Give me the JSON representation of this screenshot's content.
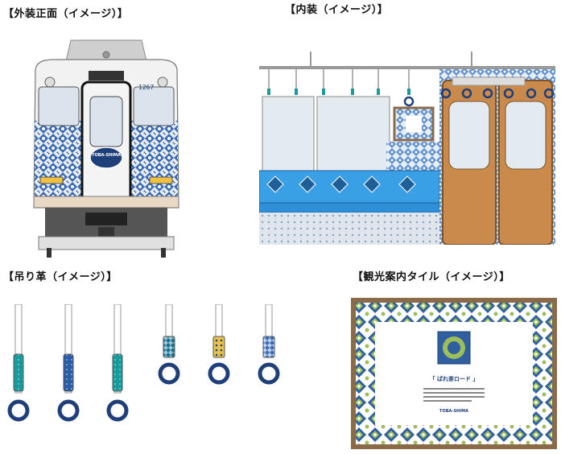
{
  "labels": {
    "exterior": "【外装正面（イメージ）】",
    "interior": "【内装（イメージ）】",
    "straps": "【吊り革（イメージ）】",
    "tile": "【観光案内タイル（イメージ）】"
  },
  "train": {
    "car_number": "1267",
    "headmark_text": "TOBA-SHIMA"
  },
  "tile_panel": {
    "heading": "「 ぱれ茶ロード 」",
    "footer_text": "TOBA-SHIMA"
  },
  "colors": {
    "tile_blue": "#2f5f9e",
    "tile_green": "#9cbf5a",
    "seat_blue": "#2f8fd8",
    "door_wood": "#c98a4b",
    "frame_wood": "#8b6a4a"
  }
}
